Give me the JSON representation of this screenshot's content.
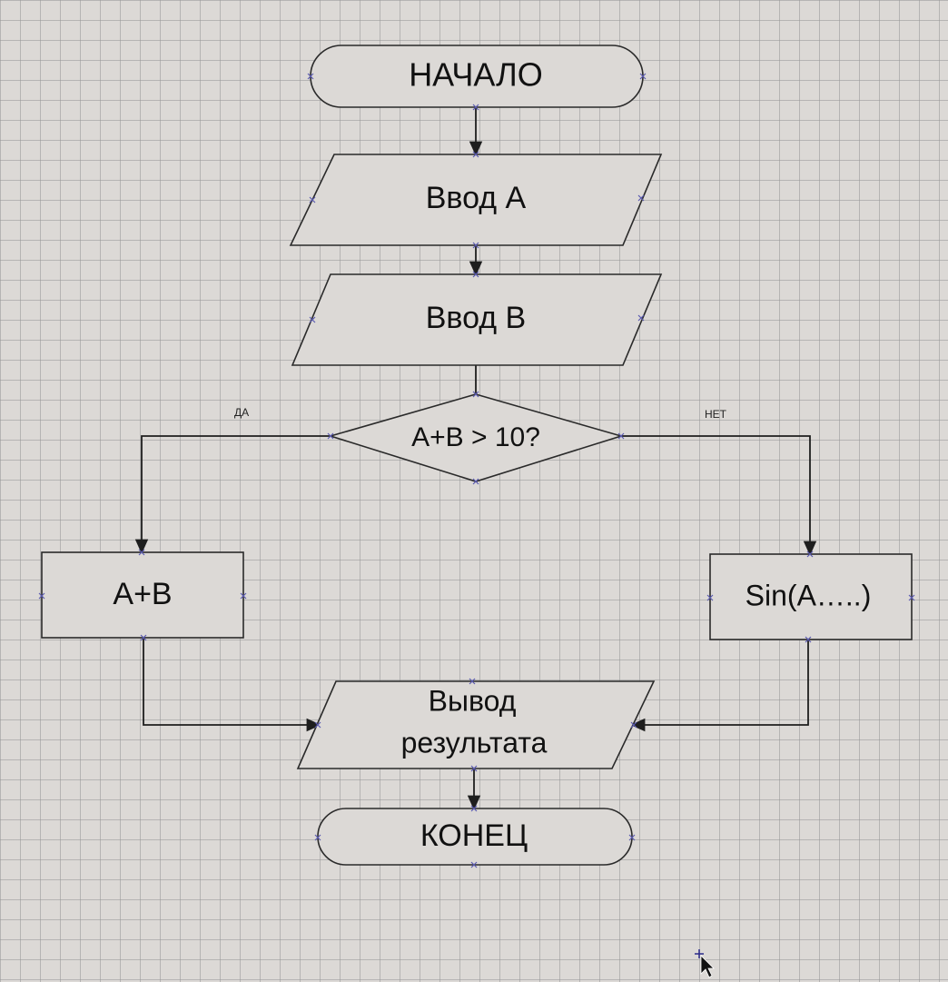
{
  "flowchart": {
    "start": "НАЧАЛО",
    "input_a": "Ввод А",
    "input_b": "Ввод В",
    "decision": "A+B > 10?",
    "yes_label": "ДА",
    "no_label": "НЕТ",
    "yes_process": "A+B",
    "no_process": "Sin(A…..)",
    "output_line1": "Вывод",
    "output_line2": "результата",
    "end": "КОНЕЦ"
  },
  "cursor": {
    "icon": "mouse-pointer-icon"
  }
}
